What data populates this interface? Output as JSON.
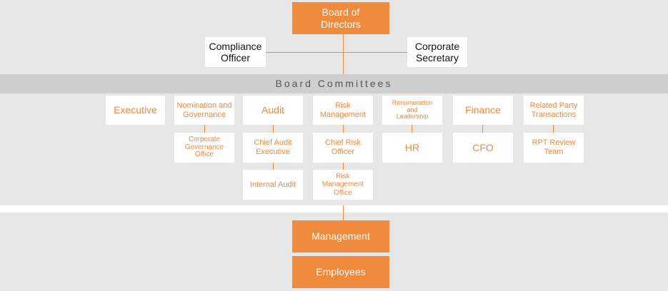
{
  "colors": {
    "accent": "#f08a3c",
    "background": "#e7e7e7",
    "band": "#cfcfcf",
    "text_dark": "#111111",
    "band_text": "#555555"
  },
  "top": {
    "board": "Board of\nDirectors",
    "compliance": "Compliance\nOfficer",
    "secretary": "Corporate\nSecretary"
  },
  "committees_title": "Board Committees",
  "committees": {
    "executive": "Executive",
    "nomination": "Nomination and\nGovernance",
    "audit": "Audit",
    "risk": "Risk Management",
    "remuneration": "Renumeration\nand\nLeadership",
    "finance": "Finance",
    "related_party": "Related Party\nTransactions"
  },
  "level2": {
    "corp_gov_office": "Corporate\nGovernance\nOffice",
    "chief_audit": "Chief Audit\nExecutive",
    "chief_risk": "Chief Risk\nOfficer",
    "hr": "HR",
    "cfo": "CFO",
    "rpt_team": "RPT Review\nTeam"
  },
  "level3": {
    "internal_audit": "Internal Audit",
    "risk_office": "Risk Management\nOffice"
  },
  "bottom": {
    "management": "Management",
    "employees": "Employees"
  }
}
